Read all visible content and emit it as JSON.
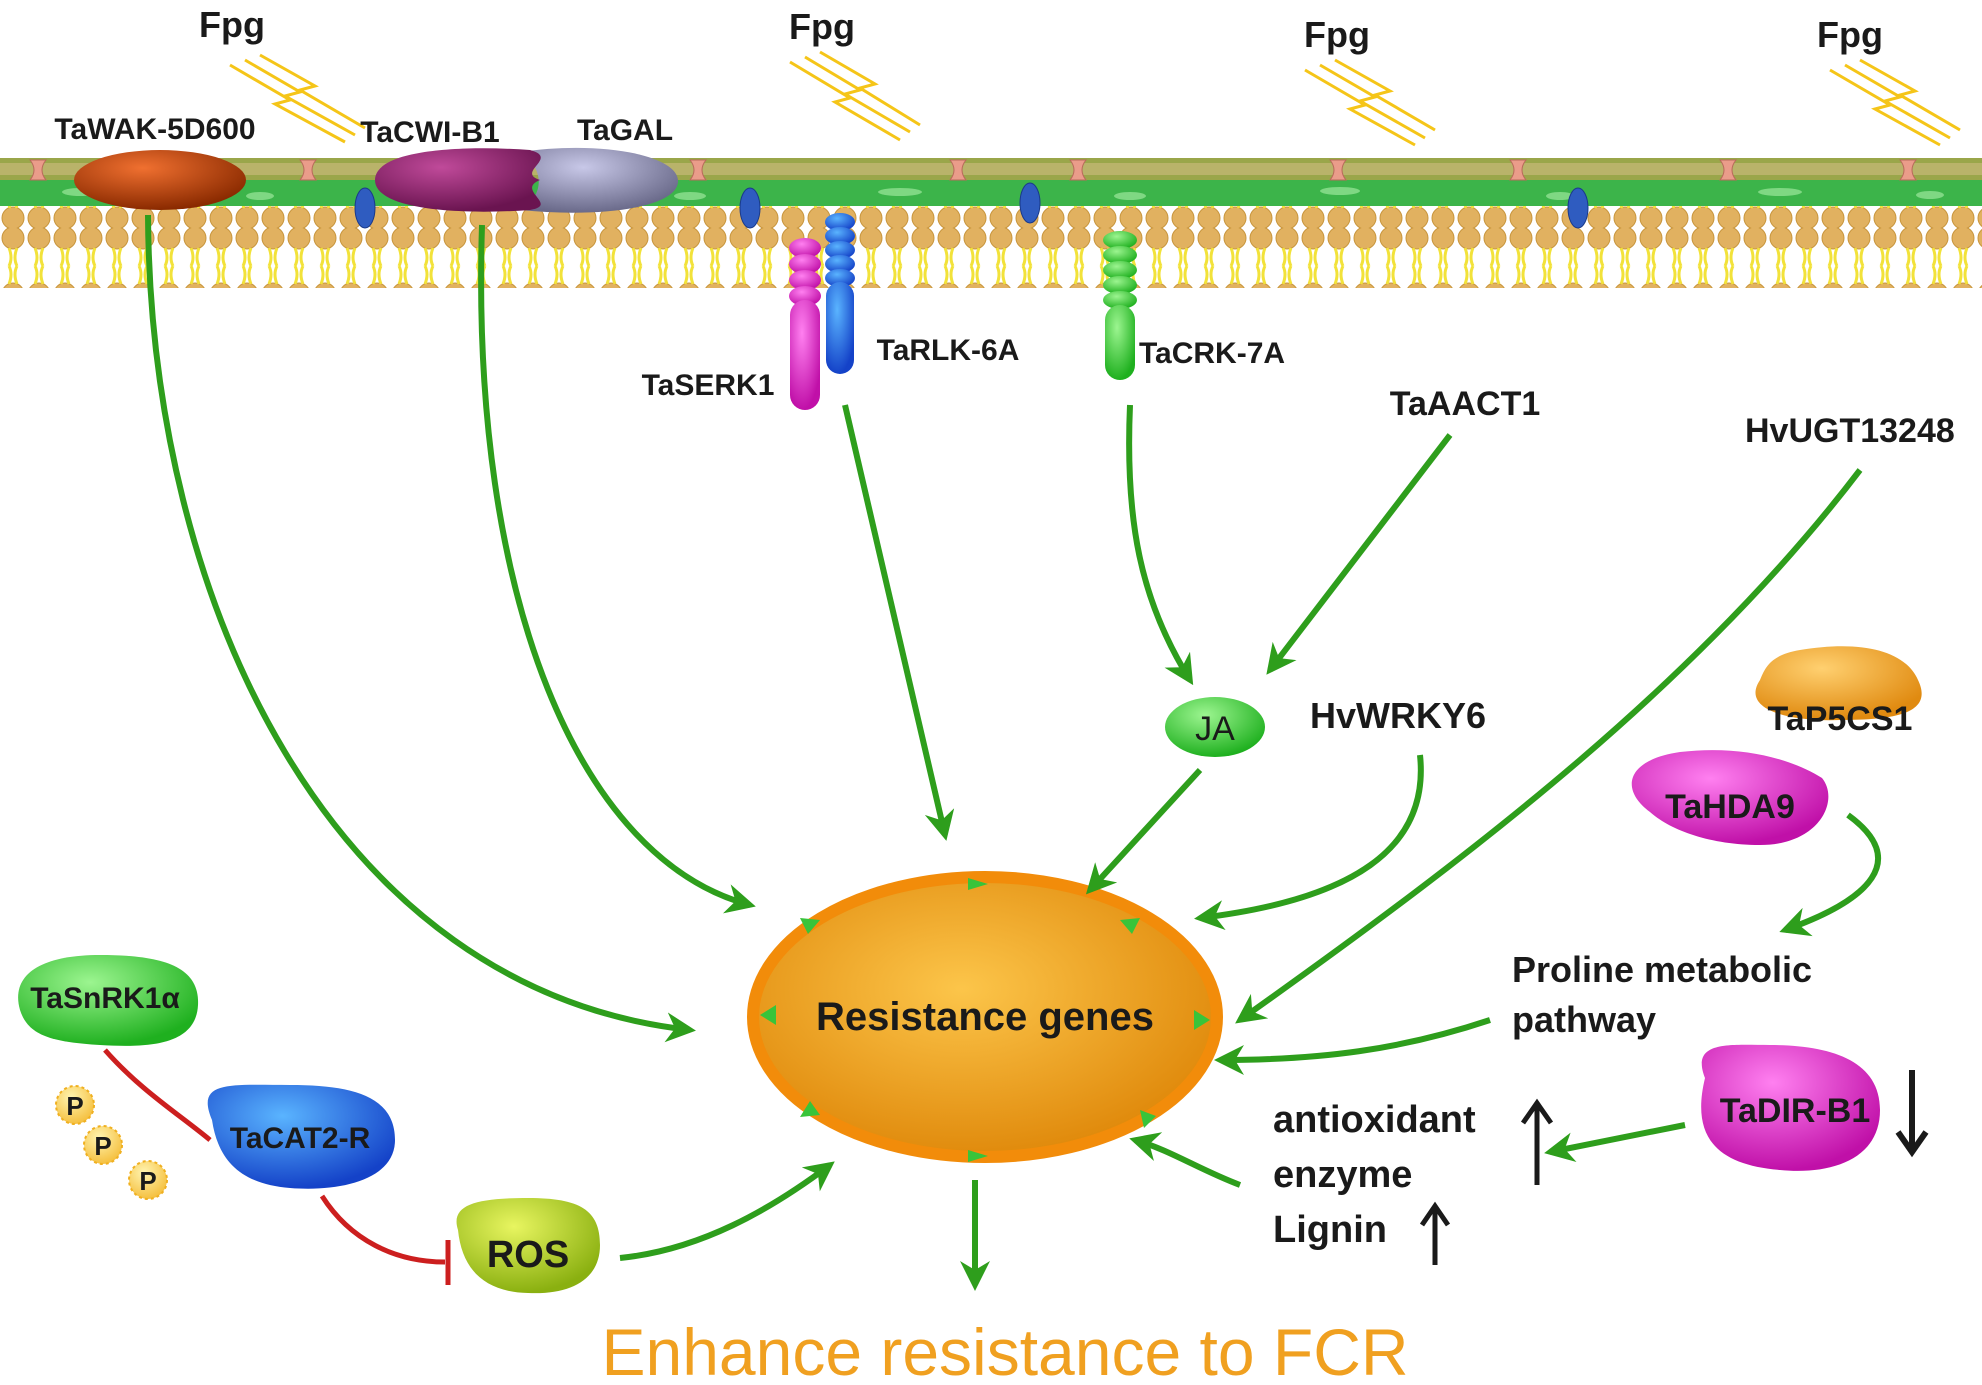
{
  "pathogen": {
    "fpg_1": "Fpg",
    "fpg_2": "Fpg",
    "fpg_3": "Fpg",
    "fpg_4": "Fpg"
  },
  "membrane_proteins": {
    "wak": "TaWAK-5D600",
    "cwi": "TaCWI-B1",
    "gal": "TaGAL",
    "serk": "TaSERK1",
    "rlk": "TaRLK-6A",
    "crk": "TaCRK-7A"
  },
  "cytoplasm": {
    "aact": "TaAACT1",
    "ugt": "HvUGT13248",
    "ja": "JA",
    "wrky": "HvWRKY6",
    "p5cs": "TaP5CS1",
    "hda": "TaHDA9",
    "proline_line1": "Proline metabolic",
    "proline_line2": "pathway",
    "dir": "TaDIR-B1",
    "antioxidant_line1": "antioxidant",
    "antioxidant_line2": "enzyme",
    "lignin": "Lignin",
    "snrk": "TaSnRK1α",
    "cat": "TaCAT2-R",
    "phospho_1": "P",
    "phospho_2": "P",
    "phospho_3": "P",
    "ros": "ROS"
  },
  "nucleus": {
    "label": "Resistance genes"
  },
  "outcome": {
    "label": "Enhance resistance to FCR"
  },
  "colors": {
    "arrow_green": "#2e9e1c",
    "inhibit_red": "#cc1f1f",
    "outcome_orange": "#f0a020",
    "nucleus_fill": "#f0a51c",
    "nucleus_rim": "#f28c0a",
    "lipid_head": "#e0b05a",
    "cell_wall": "#8a9a3a",
    "lightning": "#f5c518"
  }
}
